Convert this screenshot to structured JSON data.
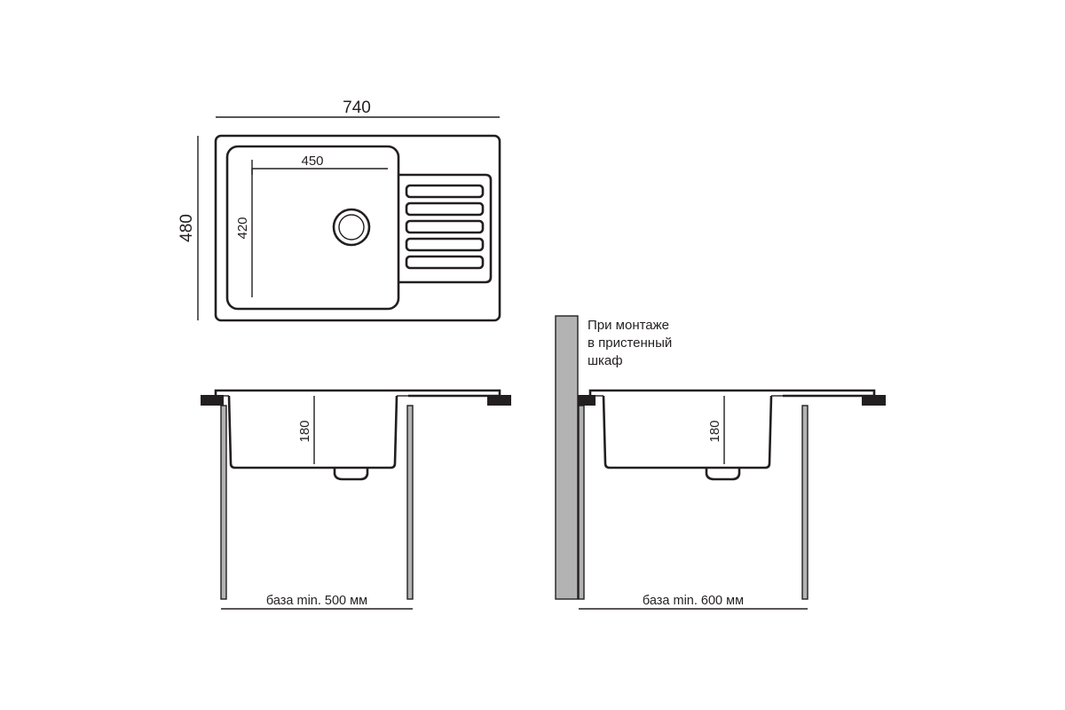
{
  "top_view": {
    "overall_width": "740",
    "overall_depth": "480",
    "bowl_width": "450",
    "bowl_depth": "420"
  },
  "front_view_standard": {
    "bowl_height": "180",
    "base_label": "база min. 500 мм"
  },
  "front_view_wall": {
    "bowl_height": "180",
    "base_label": "база min. 600 мм",
    "wall_note": [
      "При монтаже",
      "в пристенный",
      "шкаф"
    ]
  },
  "colors": {
    "line": "#231f20",
    "cabinet_fill": "#b3b3b3",
    "background": "#ffffff"
  }
}
